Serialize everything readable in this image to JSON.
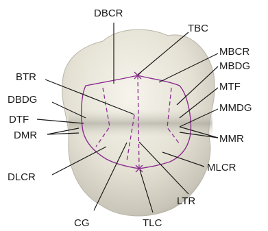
{
  "colors": {
    "ridge_line": "#8b2c8f",
    "tooth_light": "#f1efe6",
    "tooth_mid": "#d9d6c8",
    "tooth_shadow": "#a9a79c",
    "label_text": "#1a1a1a"
  },
  "labels": {
    "dbcr": "DBCR",
    "tbc": "TBC",
    "mbcr": "MBCR",
    "mbdg": "MBDG",
    "btr": "BTR",
    "mtf": "MTF",
    "dbdg": "DBDG",
    "mmdg": "MMDG",
    "dtf": "DTF",
    "dmr": "DMR",
    "mmr": "MMR",
    "mlcr": "MLCR",
    "dlcr": "DLCR",
    "ltr": "LTR",
    "cg": "CG",
    "tlc": "TLC"
  }
}
